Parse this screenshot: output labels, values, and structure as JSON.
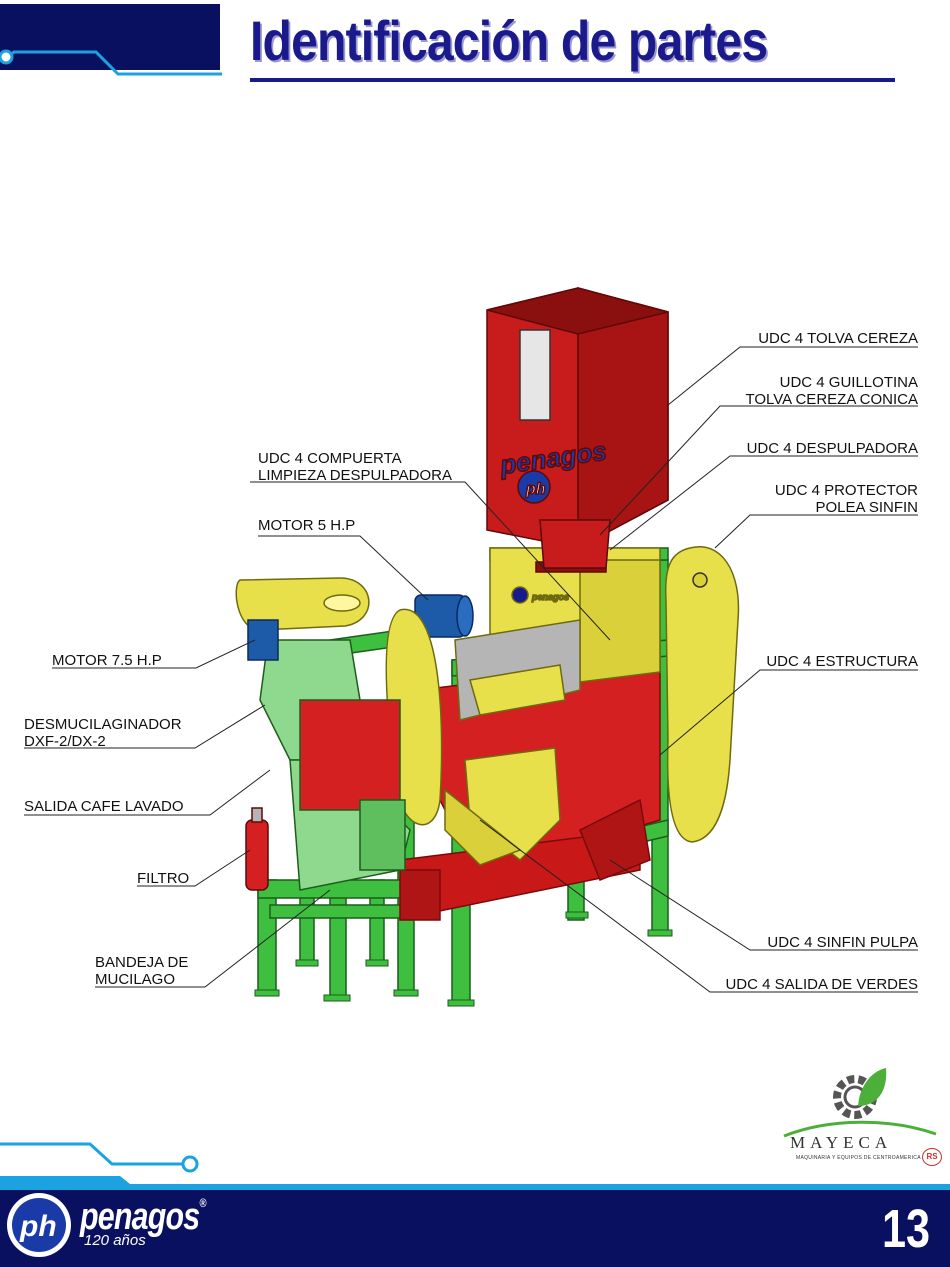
{
  "title": "Identificación de partes",
  "page_number": "13",
  "brand": {
    "name": "penagos",
    "tagline": "120 años",
    "registered": "®"
  },
  "partner": {
    "name": "MAYECA",
    "subtitle": "MAQUINARIA Y EQUIPOS DE CENTROAMERICA",
    "badge": "RS"
  },
  "machine": {
    "wordmark": "penagos"
  },
  "labels_left": [
    {
      "id": "compuerta",
      "lines": [
        "UDC 4 COMPUERTA",
        "LIMPIEZA DESPULPADORA"
      ]
    },
    {
      "id": "motor5",
      "lines": [
        "MOTOR 5 H.P"
      ]
    },
    {
      "id": "motor75",
      "lines": [
        "MOTOR 7.5 H.P"
      ]
    },
    {
      "id": "desmucilaginador",
      "lines": [
        "DESMUCILAGINADOR",
        "DXF-2/DX-2"
      ]
    },
    {
      "id": "salida-cafe",
      "lines": [
        "SALIDA CAFE LAVADO"
      ]
    },
    {
      "id": "filtro",
      "lines": [
        "FILTRO"
      ]
    },
    {
      "id": "bandeja",
      "lines": [
        "BANDEJA DE",
        "MUCILAGO"
      ]
    }
  ],
  "labels_right": [
    {
      "id": "tolva",
      "lines": [
        "UDC 4 TOLVA CEREZA"
      ]
    },
    {
      "id": "guillotina",
      "lines": [
        "UDC 4 GUILLOTINA",
        "TOLVA CEREZA CONICA"
      ]
    },
    {
      "id": "despulpadora",
      "lines": [
        "UDC 4 DESPULPADORA"
      ]
    },
    {
      "id": "protector",
      "lines": [
        "UDC 4 PROTECTOR",
        "POLEA SINFIN"
      ]
    },
    {
      "id": "estructura",
      "lines": [
        "UDC 4 ESTRUCTURA"
      ]
    },
    {
      "id": "sinfin",
      "lines": [
        "UDC 4 SINFIN PULPA"
      ]
    },
    {
      "id": "salida-verdes",
      "lines": [
        "UDC 4 SALIDA DE VERDES"
      ]
    }
  ],
  "colors": {
    "navy": "#0a1060",
    "cyan": "#1aa3e0",
    "machine_red": "#d42020",
    "machine_yellow": "#e8e04a",
    "machine_green": "#3fbf3f",
    "light_green": "#8fd98f",
    "motor_blue": "#1d5aa8"
  }
}
